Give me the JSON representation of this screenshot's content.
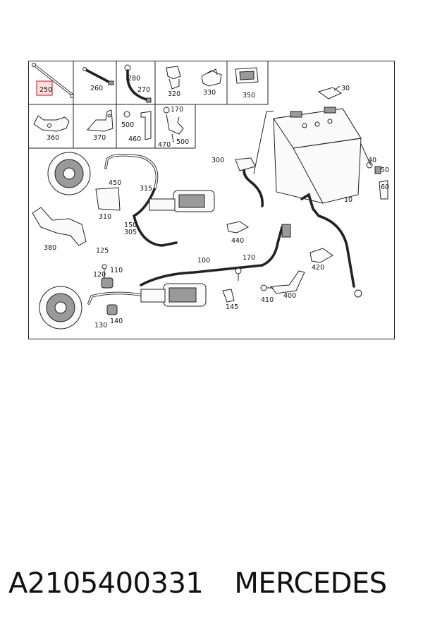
{
  "diagram": {
    "thumbnails": [
      {
        "label": "250",
        "highlight": true
      },
      {
        "label": "260"
      },
      {
        "label": "280"
      },
      {
        "label": "270"
      },
      {
        "label": "320"
      },
      {
        "label": "330"
      },
      {
        "label": "350"
      },
      {
        "label": "360"
      },
      {
        "label": "370"
      },
      {
        "label": "500"
      },
      {
        "label": "460"
      },
      {
        "label": "170"
      },
      {
        "label": "470"
      },
      {
        "label": "500"
      }
    ],
    "callouts": [
      "30",
      "300",
      "40",
      "50",
      "60",
      "10",
      "450",
      "315",
      "310",
      "150",
      "305",
      "440",
      "380",
      "125",
      "100",
      "420",
      "120",
      "110",
      "170",
      "410",
      "400",
      "145",
      "130",
      "140"
    ]
  },
  "caption": {
    "part_number": "A2105400331",
    "brand": "MERCEDES"
  },
  "colors": {
    "highlight": "#e03030",
    "line": "#222222"
  }
}
